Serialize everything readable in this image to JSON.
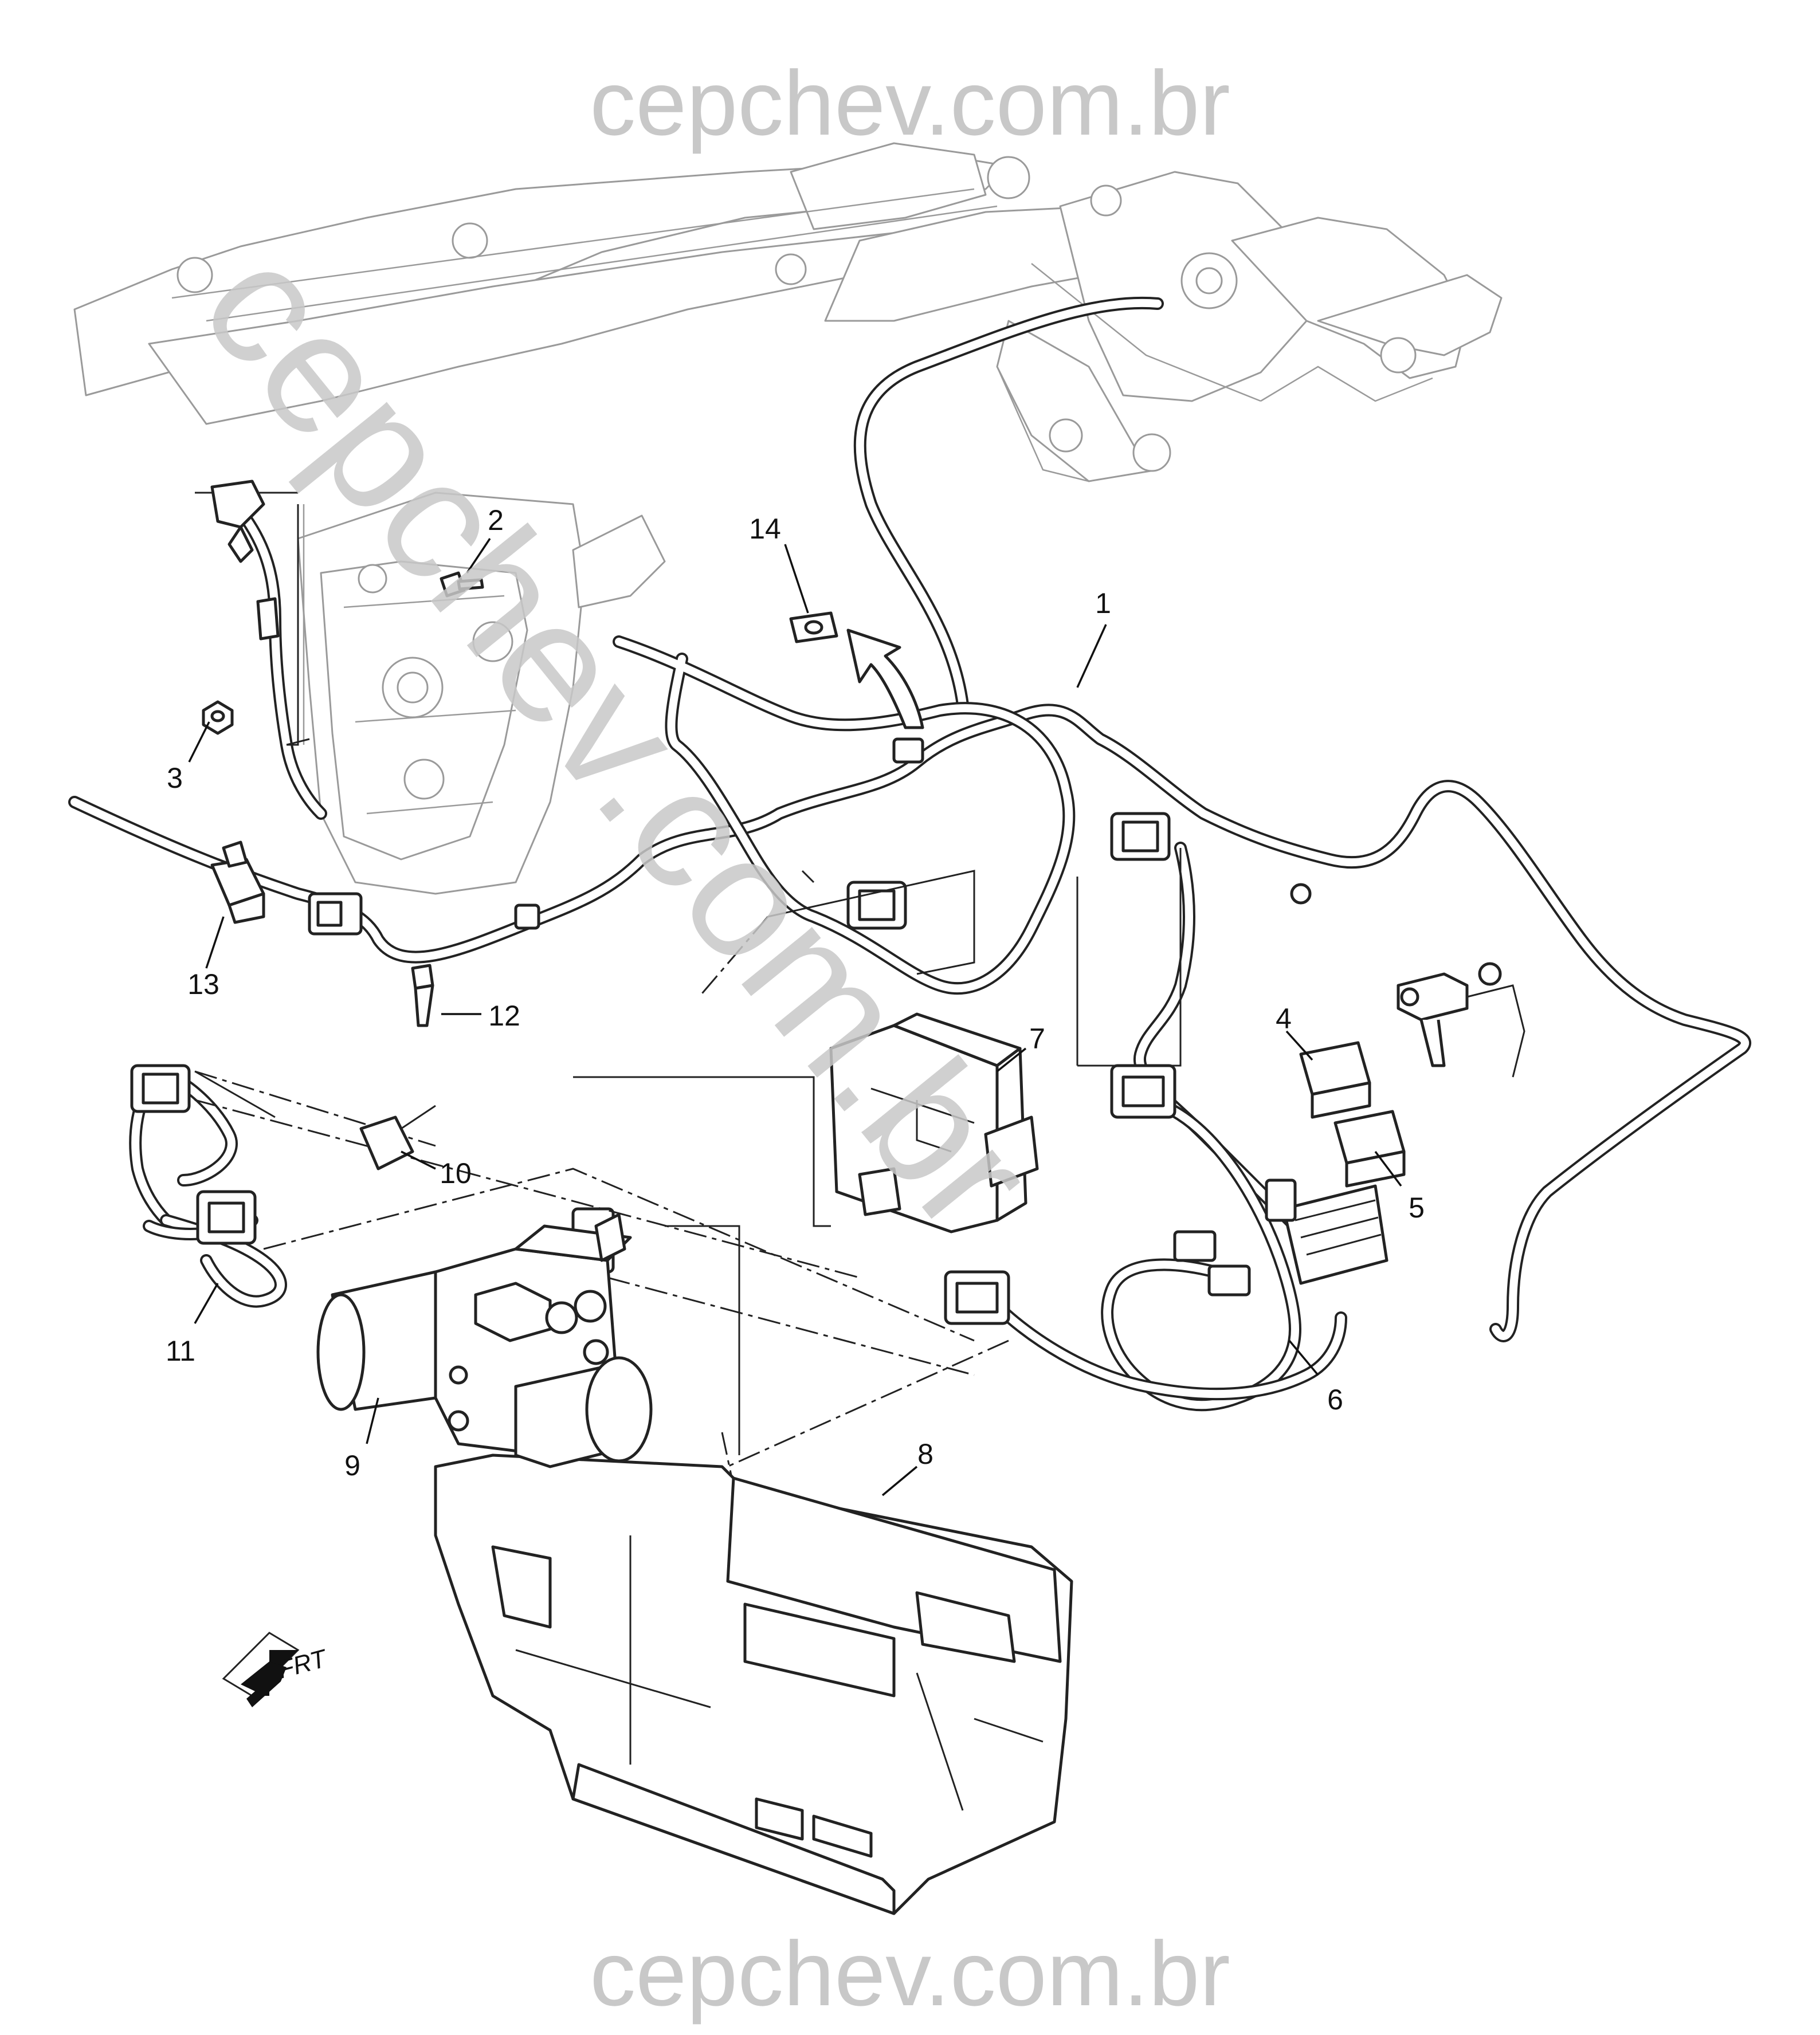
{
  "watermark": {
    "top": "cepchev.com.br",
    "bottom": "cepchev.com.br",
    "diagonal": "cepchev.com.br"
  },
  "direction_indicator": {
    "label": "FRT"
  },
  "callouts": [
    {
      "id": "1",
      "label": "1"
    },
    {
      "id": "2",
      "label": "2"
    },
    {
      "id": "3",
      "label": "3"
    },
    {
      "id": "4",
      "label": "4"
    },
    {
      "id": "5",
      "label": "5"
    },
    {
      "id": "6",
      "label": "6"
    },
    {
      "id": "7",
      "label": "7"
    },
    {
      "id": "8",
      "label": "8"
    },
    {
      "id": "9",
      "label": "9"
    },
    {
      "id": "10",
      "label": "10"
    },
    {
      "id": "11",
      "label": "11"
    },
    {
      "id": "12",
      "label": "12"
    },
    {
      "id": "13",
      "label": "13"
    },
    {
      "id": "14",
      "label": "14"
    }
  ],
  "colors": {
    "line": "#222222",
    "frame": "#9a9a9a",
    "watermark": "#c8c8c8",
    "background": "#ffffff"
  }
}
